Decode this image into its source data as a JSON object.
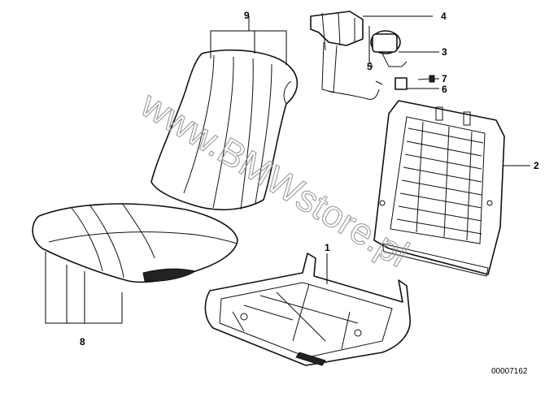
{
  "labels": {
    "part1": "1",
    "part2": "2",
    "part3": "3",
    "part4": "4",
    "part5": "5",
    "part6": "6",
    "part7": "7",
    "part8": "8",
    "part9": "9"
  },
  "reference_number": "00007162",
  "watermark": "www.BMWstore.pl"
}
